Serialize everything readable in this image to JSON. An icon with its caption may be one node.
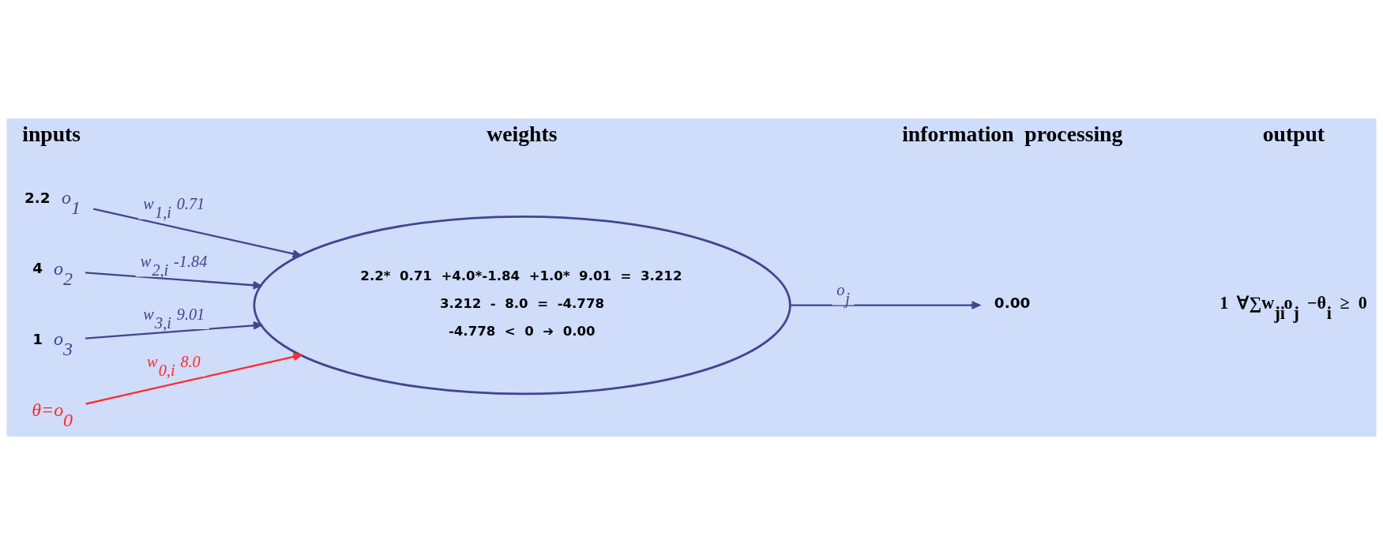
{
  "diagram": {
    "nodes": [
      {
        "text": [
          "o$_{1}$"
        ],
        "beside": [
          "2.2"
        ]
      },
      {
        "text": [
          "o$_{2}$"
        ],
        "beside": [
          "4"
        ]
      },
      {
        "text": [
          "o$_{3}$"
        ],
        "beside": [
          "1"
        ]
      },
      {
        "text": [
          "θ=o$_{0}$"
        ]
      },
      {
        "text": [
          "2.2* 0.71 +4.0*-1.84 +1.0* 9.01 = 3.212",
          "3.212 - 8.0 = -4.778",
          "-4.778 < 0 ➔ 0.00"
        ]
      },
      {
        "text": [
          "0.00"
        ]
      }
    ],
    "edges": [
      {
        "from": 0,
        "to": 4,
        "arrow": "to",
        "label": "w$_{1,i}$ 0.71"
      },
      {
        "from": 1,
        "to": 4,
        "arrow": "to",
        "label": "w$_{2,i}$ -1.84"
      },
      {
        "from": 2,
        "to": 4,
        "arrow": "to",
        "label": "w$_{3,i}$ 9.01"
      },
      {
        "from": 3,
        "to": 4,
        "arrow": "to",
        "label": "w$_{0,i}$ 8.0",
        "color": "#ff2a2a"
      },
      {
        "from": 4,
        "to": 5,
        "arrow": "to",
        "label": "o$_{j}$"
      }
    ],
    "labels": [
      "inputs",
      "weights",
      "information processing",
      "output",
      "1 ∀∑w$_{ji}$o$_{j}$ −θ$_{i}$ ≥ 0"
    ]
  }
}
